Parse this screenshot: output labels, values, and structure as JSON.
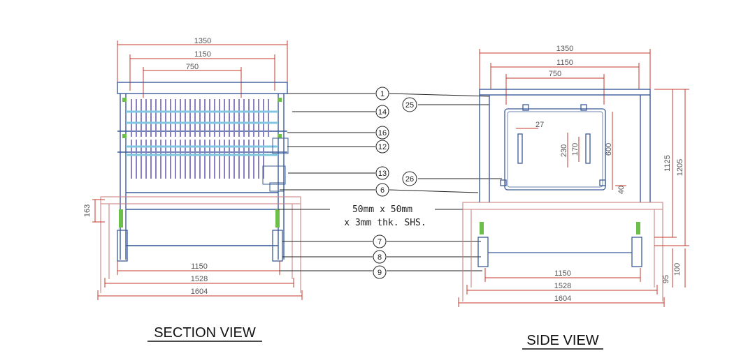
{
  "section_view": {
    "title": "SECTION VIEW",
    "top_dims": [
      "1350",
      "1150",
      "750"
    ],
    "bottom_dims": [
      "1150",
      "1528",
      "1604"
    ],
    "left_dim": "163"
  },
  "side_view": {
    "title": "SIDE VIEW",
    "top_dims": [
      "1350",
      "1150",
      "750"
    ],
    "bottom_dims": [
      "1150",
      "1528",
      "1604"
    ],
    "right_dims": [
      "1125",
      "1205"
    ],
    "small_dims": [
      "100",
      "95"
    ],
    "door_dims": [
      "27",
      "230",
      "170",
      "600",
      "40"
    ]
  },
  "callouts": [
    "1",
    "14",
    "16",
    "12",
    "13",
    "6",
    "7",
    "8",
    "9",
    "25",
    "26"
  ],
  "note": {
    "line1": "50mm x 50mm",
    "line2": "x 3mm thk. SHS."
  },
  "colors": {
    "dimension": "#c0392b",
    "frame": "#3b5b9a",
    "grid": "#8a7fc2",
    "accent": "#6cc04a",
    "leader": "#222222"
  }
}
